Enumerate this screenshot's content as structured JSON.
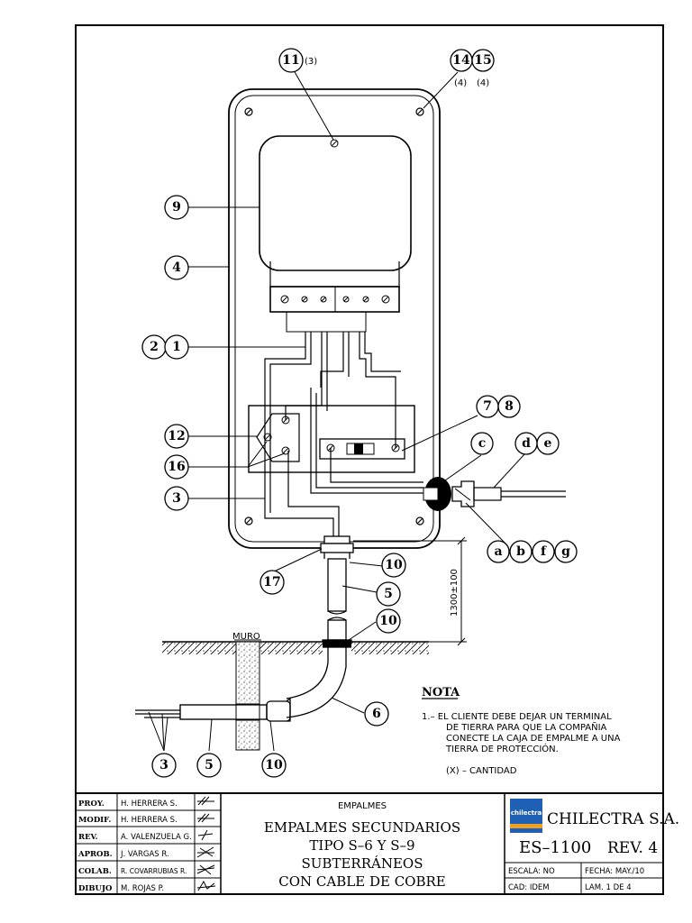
{
  "callouts": {
    "c11": "11",
    "c11_qty": "(3)",
    "c14": "14",
    "c15": "15",
    "c14_qty": "(4)",
    "c15_qty": "(4)",
    "c9": "9",
    "c4": "4",
    "c2": "2",
    "c1": "1",
    "c12": "12",
    "c16": "16",
    "c3": "3",
    "c7": "7",
    "c8": "8",
    "cc": "c",
    "cd": "d",
    "ce": "e",
    "ca": "a",
    "cb": "b",
    "cf": "f",
    "cg": "g",
    "c17": "17",
    "c10a": "10",
    "c5a": "5",
    "c10b": "10",
    "c6": "6",
    "c3b": "3",
    "c5b": "5",
    "c10c": "10"
  },
  "dimension": "1300±100",
  "wall_label": "MURO",
  "note": {
    "title": "NOTA",
    "line1": "1.– EL CLIENTE DEBE DEJAR UN TERMINAL",
    "line2": "DE TIERRA PARA QUE LA COMPAÑIA",
    "line3": "CONECTE LA CAJA DE EMPALME A UNA",
    "line4": "TIERRA DE PROTECCIÓN.",
    "legend": "(X)  –  CANTIDAD"
  },
  "title_block": {
    "roles": [
      "PROY.",
      "MODIF.",
      "REV.",
      "APROB.",
      "COLAB.",
      "DIBUJO"
    ],
    "names": [
      "H. HERRERA S.",
      "H. HERRERA S.",
      "A. VALENZUELA G.",
      "J. VARGAS R.",
      "R. COVARRUBIAS R.",
      "M. ROJAS P."
    ],
    "category": "EMPALMES",
    "title1": "EMPALMES SECUNDARIOS",
    "title2": "TIPO S–6 Y S–9",
    "title3": "SUBTERRÁNEOS",
    "title4": "CON CABLE DE COBRE",
    "logo_text": "chilectra",
    "company": "CHILECTRA S.A.",
    "drawing_no": "ES–1100",
    "revision": "REV. 4",
    "escala": "ESCALA:  NO",
    "fecha": "FECHA: MAY./10",
    "cad": "CAD:  IDEM",
    "lamina": "LAM.  1  DE  4"
  }
}
